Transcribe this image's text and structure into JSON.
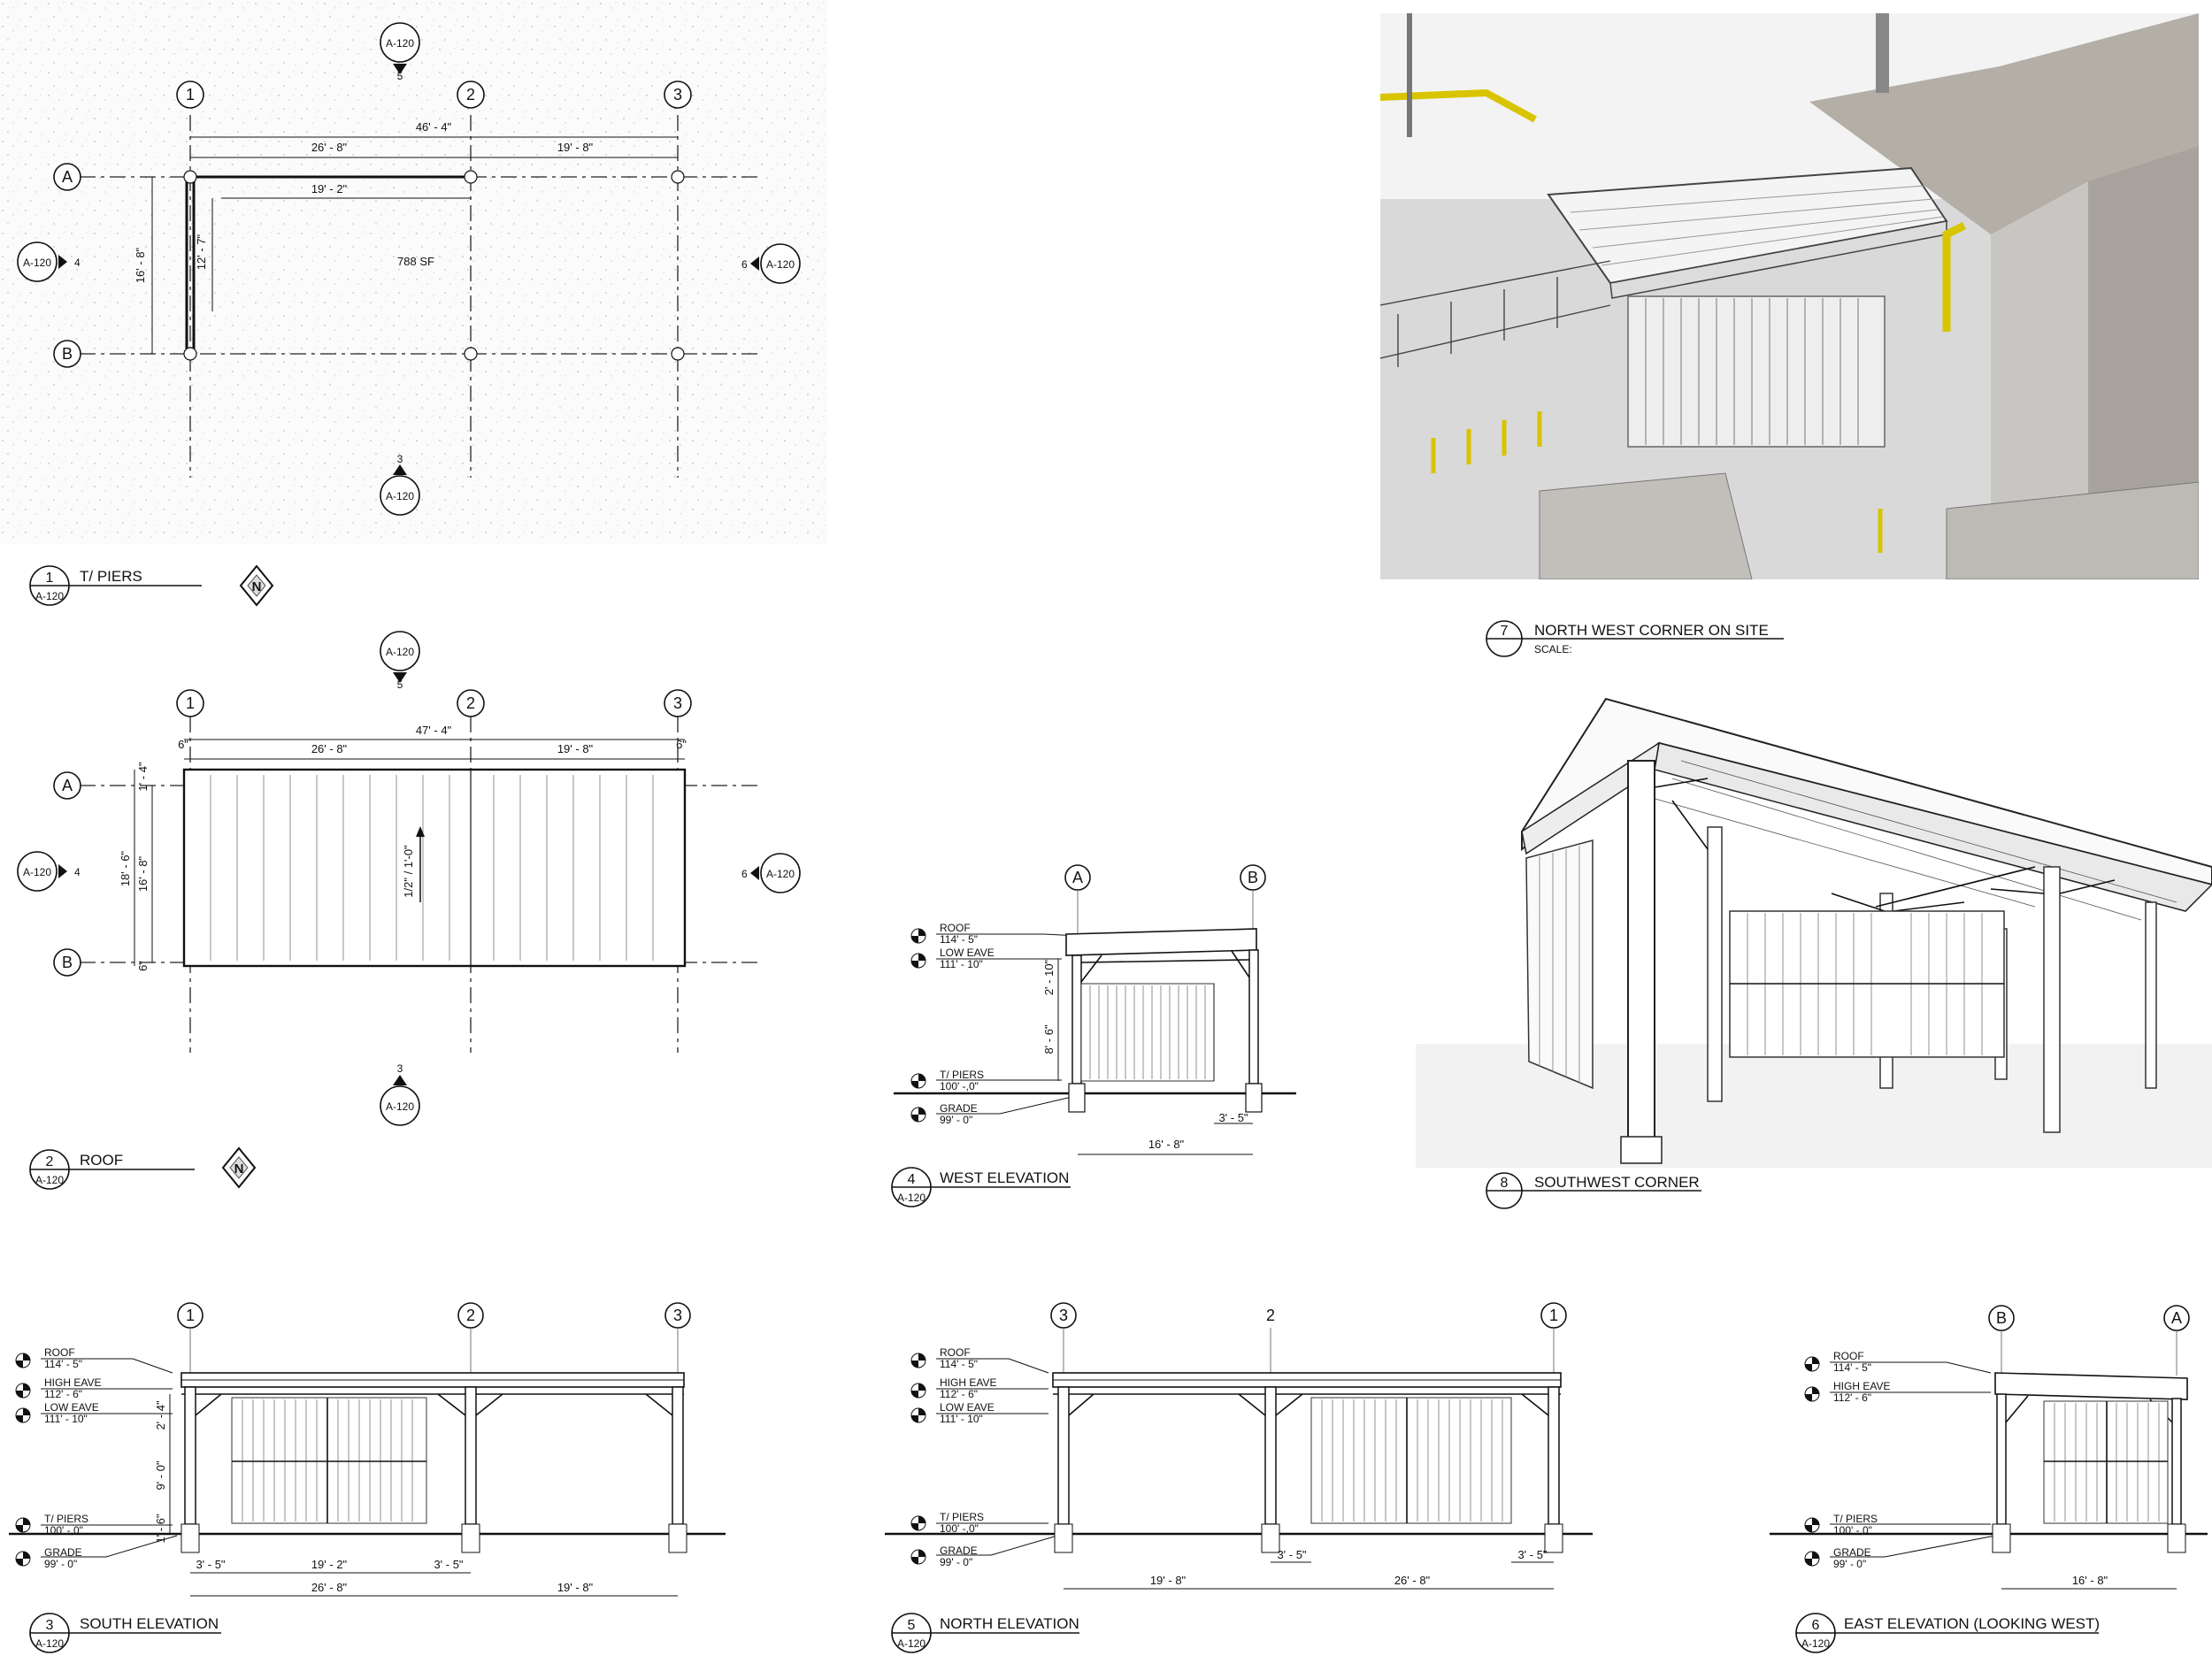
{
  "grid_columns": [
    "1",
    "2",
    "3"
  ],
  "grid_rows": [
    "A",
    "B"
  ],
  "sheet": "A-120",
  "plan1": {
    "dims": {
      "overall": "46' - 4\"",
      "bay1": "26' - 8\"",
      "bay2": "19' - 8\"",
      "inner": "19' - 2\"",
      "depth": "16' - 8\"",
      "depth_inner": "12' - 7\""
    },
    "area": "788 SF",
    "sections": {
      "top": "5",
      "bottom": "3",
      "left": "4",
      "right": "6"
    },
    "title": {
      "number": "1",
      "sheet": "A-120",
      "text": "T/ PIERS"
    }
  },
  "plan2": {
    "dims": {
      "overall": "47' - 4\"",
      "bay1": "26' - 8\"",
      "bay2": "19' - 8\"",
      "left_overhang": "6\"",
      "right_overhang": "6\"",
      "depth_total": "18' - 6\"",
      "depth": "16' - 8\"",
      "top_overhang": "1' - 4\"",
      "bottom_overhang": "6\"",
      "slope": "1/2\" / 1'-0\""
    },
    "sections": {
      "top": "5",
      "bottom": "3",
      "left": "4",
      "right": "6"
    },
    "title": {
      "number": "2",
      "sheet": "A-120",
      "text": "ROOF"
    }
  },
  "north_label": "N",
  "photo7": {
    "number": "7",
    "text": "NORTH WEST CORNER ON SITE",
    "scale": "SCALE:"
  },
  "photo8": {
    "number": "8",
    "text": "SOUTHWEST CORNER"
  },
  "levels": {
    "roof": {
      "name": "ROOF",
      "elev": "114' - 5\""
    },
    "high_eave": {
      "name": "HIGH EAVE",
      "elev": "112' - 6\""
    },
    "low_eave": {
      "name": "LOW EAVE",
      "elev": "111' - 10\""
    },
    "piers": {
      "name": "T/ PIERS",
      "elev": "100' -,0\""
    },
    "grade": {
      "name": "GRADE",
      "elev": "99' - 0\""
    }
  },
  "elev4": {
    "grids": [
      "A",
      "B"
    ],
    "dims": {
      "upper": "2' - 10\"",
      "lower": "8' - 6\"",
      "width": "16' - 8\"",
      "pier": "3' - 5\""
    },
    "title": {
      "number": "4",
      "sheet": "A-120",
      "text": "WEST ELEVATION"
    }
  },
  "elev3": {
    "grids": [
      "1",
      "2",
      "3"
    ],
    "dims": {
      "upper": "2' - 4\"",
      "mid": "9' - 0\"",
      "lower": "1' - 6\"",
      "a": "3' - 5\"",
      "b": "19' - 2\"",
      "c": "3' - 5\"",
      "bay1": "26' - 8\"",
      "bay2": "19' - 8\""
    },
    "title": {
      "number": "3",
      "sheet": "A-120",
      "text": "SOUTH ELEVATION"
    }
  },
  "elev5": {
    "grids": [
      "3",
      "2",
      "1"
    ],
    "dims": {
      "bay2": "19' - 8\"",
      "a": "3' - 5\"",
      "bay1": "26' - 8\"",
      "c": "3' - 5\""
    },
    "title": {
      "number": "5",
      "sheet": "A-120",
      "text": "NORTH ELEVATION"
    }
  },
  "elev6": {
    "grids": [
      "B",
      "A"
    ],
    "dims": {
      "width": "16' - 8\""
    },
    "title": {
      "number": "6",
      "sheet": "A-120",
      "text": "EAST ELEVATION (LOOKING WEST)"
    }
  }
}
